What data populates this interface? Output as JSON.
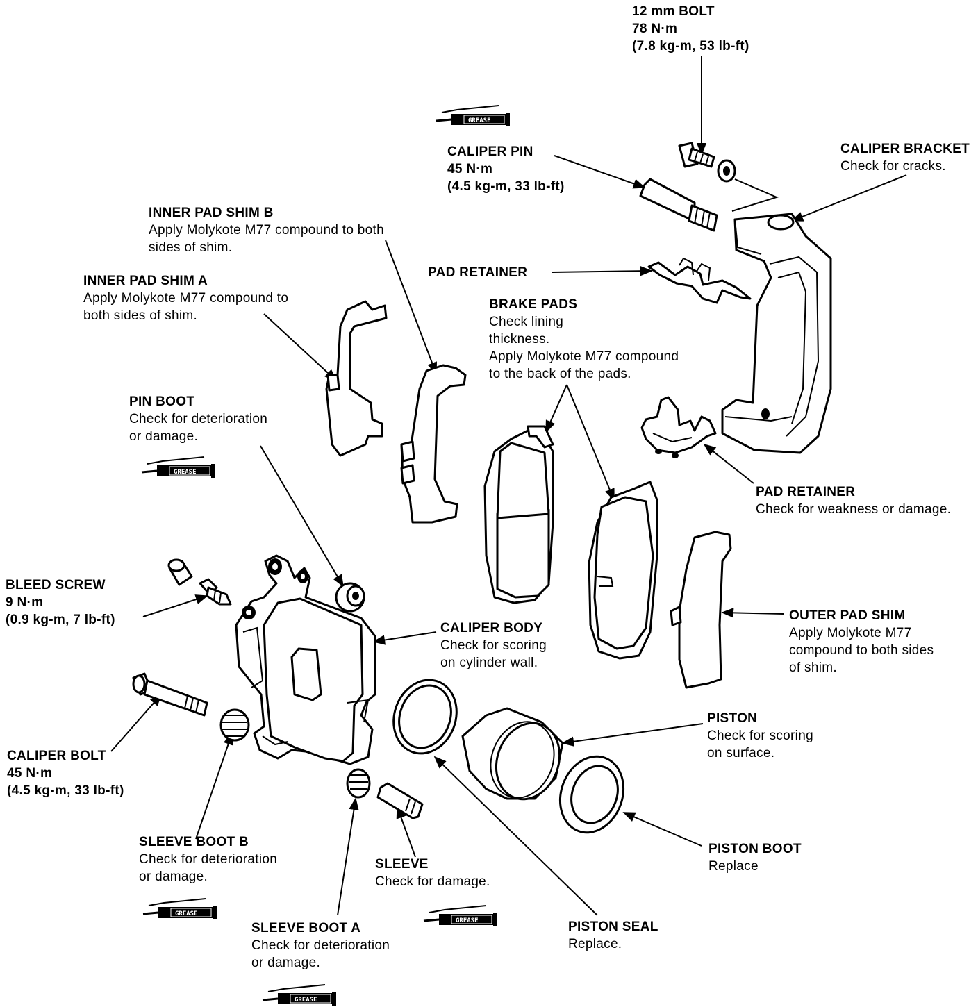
{
  "colors": {
    "ink": "#000000",
    "paper": "#ffffff"
  },
  "grease_icon": {
    "icon": "grease-gun-icon",
    "label": "GREASE"
  },
  "labels": {
    "bolt12": {
      "title": "12 mm BOLT",
      "lines": [
        "78 N·m",
        "(7.8 kg-m, 53 lb-ft)"
      ]
    },
    "caliper_pin": {
      "title": "CALIPER PIN",
      "lines": [
        "45 N·m",
        "(4.5 kg-m, 33 lb-ft)"
      ]
    },
    "caliper_bracket": {
      "title": "CALIPER BRACKET",
      "lines": [
        "Check for cracks."
      ]
    },
    "inner_shim_b": {
      "title": "INNER PAD SHIM B",
      "lines": [
        "Apply Molykote M77 compound to both",
        "sides of shim."
      ]
    },
    "pad_retainer_top": {
      "title": "PAD RETAINER",
      "lines": []
    },
    "inner_shim_a": {
      "title": "INNER PAD SHIM A",
      "lines": [
        "Apply Molykote M77 compound to",
        "both sides of shim."
      ]
    },
    "brake_pads": {
      "title": "BRAKE PADS",
      "lines": [
        "Check lining",
        "thickness.",
        "Apply Molykote M77 compound",
        "to the back of the pads."
      ]
    },
    "pin_boot": {
      "title": "PIN BOOT",
      "lines": [
        "Check for deterioration",
        "or damage."
      ]
    },
    "pad_retainer_bottom": {
      "title": "PAD RETAINER",
      "lines": [
        "Check for weakness or damage."
      ]
    },
    "bleed_screw": {
      "title": "BLEED SCREW",
      "lines": [
        "9 N·m",
        "(0.9 kg-m, 7 lb-ft)"
      ]
    },
    "caliper_body": {
      "title": "CALIPER BODY",
      "lines": [
        "Check for scoring",
        "on cylinder wall."
      ]
    },
    "outer_shim": {
      "title": "OUTER PAD SHIM",
      "lines": [
        "Apply Molykote M77",
        "compound to both sides",
        "of shim."
      ]
    },
    "piston": {
      "title": "PISTON",
      "lines": [
        "Check for scoring",
        "on surface."
      ]
    },
    "caliper_bolt": {
      "title": "CALIPER BOLT",
      "lines": [
        "45 N·m",
        "(4.5 kg-m, 33 lb-ft)"
      ]
    },
    "sleeve_boot_b": {
      "title": "SLEEVE BOOT B",
      "lines": [
        "Check for deterioration",
        "or damage."
      ]
    },
    "sleeve": {
      "title": "SLEEVE",
      "lines": [
        "Check for damage."
      ]
    },
    "piston_boot": {
      "title": "PISTON BOOT",
      "lines": [
        "Replace"
      ]
    },
    "sleeve_boot_a": {
      "title": "SLEEVE BOOT A",
      "lines": [
        "Check for deterioration",
        "or damage."
      ]
    },
    "piston_seal": {
      "title": "PISTON SEAL",
      "lines": [
        "Replace."
      ]
    }
  }
}
